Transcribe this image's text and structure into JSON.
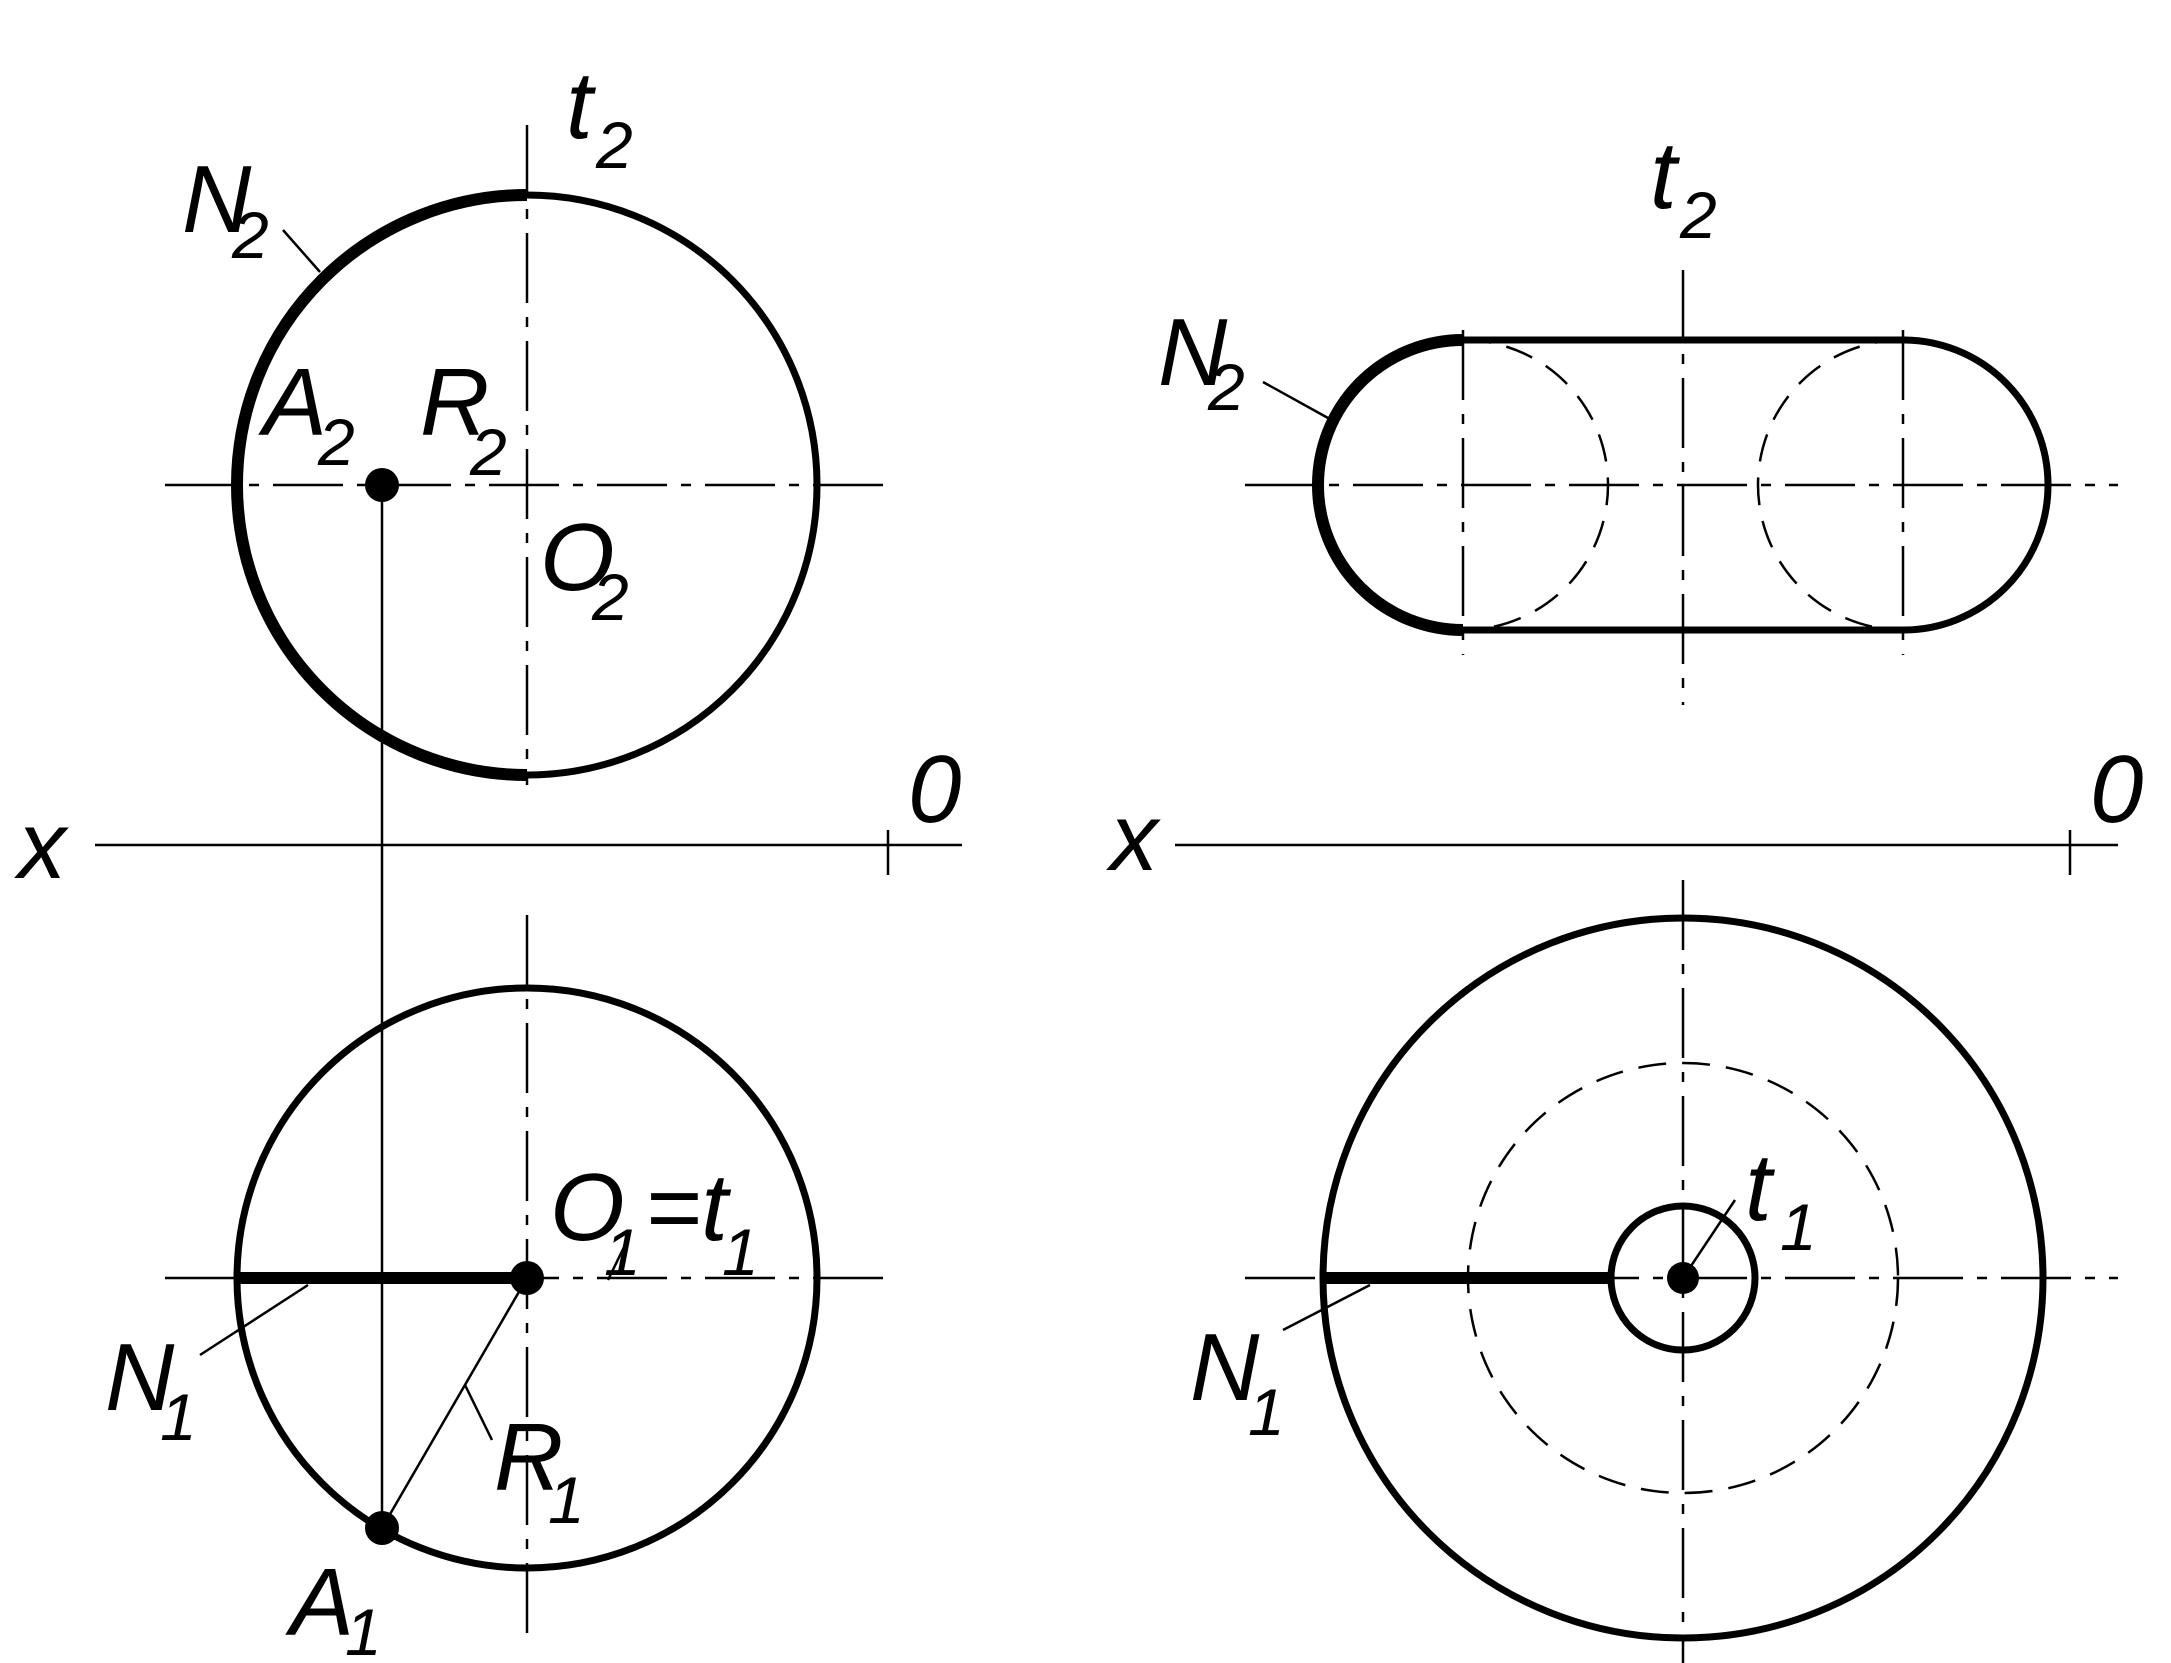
{
  "left": {
    "t2": {
      "main": "t",
      "sub": "2"
    },
    "N2": {
      "main": "N",
      "sub": "2"
    },
    "A2": {
      "main": "A",
      "sub": "2"
    },
    "R2": {
      "main": "R",
      "sub": "2"
    },
    "O2": {
      "main": "O",
      "sub": "2"
    },
    "x": "x",
    "o": "0",
    "O1t1": {
      "main1": "O",
      "sub1": "1",
      "eq": "=t",
      "sub2": "1"
    },
    "N1": {
      "main": "N",
      "sub": "1"
    },
    "R1": {
      "main": "R",
      "sub": "1"
    },
    "A1": {
      "main": "A",
      "sub": "1"
    }
  },
  "right": {
    "t2": {
      "main": "t",
      "sub": "2"
    },
    "N2": {
      "main": "N",
      "sub": "2"
    },
    "x": "x",
    "o": "0",
    "t1": {
      "main": "t",
      "sub": "1"
    },
    "N1": {
      "main": "N",
      "sub": "1"
    }
  }
}
